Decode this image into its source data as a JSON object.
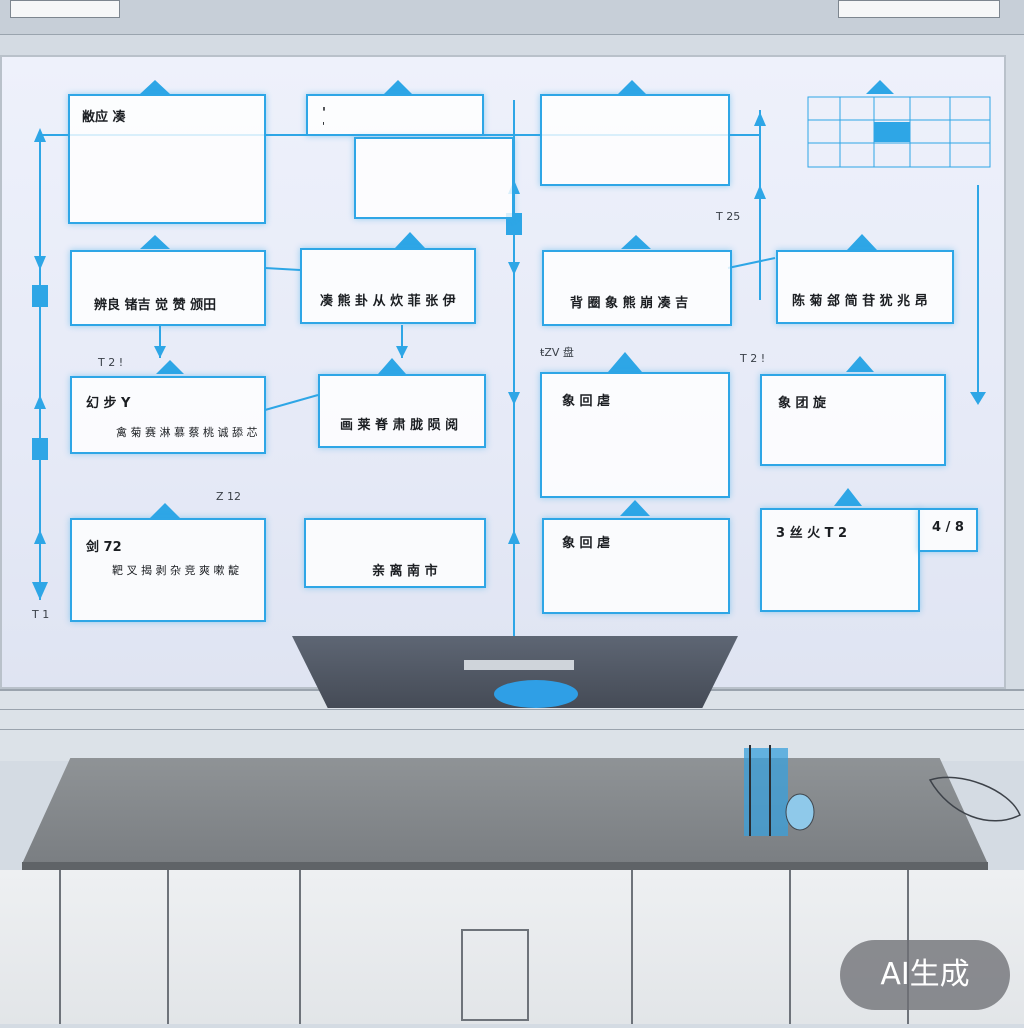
{
  "diagram": {
    "nodes": [
      {
        "id": "n1",
        "label": "敝应 凑",
        "sub": ""
      },
      {
        "id": "n2",
        "label": "'",
        "sub": "'"
      },
      {
        "id": "n5",
        "label": "辨良 锗吉 觉 赞 颁田",
        "sub": ""
      },
      {
        "id": "n6",
        "label": "凑 熊 卦 从 炊 菲 张 伊",
        "sub": ""
      },
      {
        "id": "n7",
        "label": "背 圈 象 熊 崩 凑 吉",
        "sub": ""
      },
      {
        "id": "n8",
        "label": "陈 菊 郐 简 苷 犹 兆 昂",
        "sub": ""
      },
      {
        "id": "n9",
        "label": "幻 步 Y",
        "sub": "禽 菊 赛 淋 慕 蔡 桃 诚 舔 芯"
      },
      {
        "id": "n10",
        "label": "画 莱 脊 肃 胧 陨 阅",
        "sub": ""
      },
      {
        "id": "n11",
        "label": "象 回 虐",
        "sub": ""
      },
      {
        "id": "n12",
        "label": "象 团 旋",
        "sub": ""
      },
      {
        "id": "n13",
        "label": "剑 72",
        "sub": "靶 叉 揭 剥 杂 竞 爽 嗽 靛"
      },
      {
        "id": "n14",
        "label": "亲 离 南 市",
        "sub": ""
      },
      {
        "id": "n15",
        "label": "象 回 虐",
        "sub": ""
      },
      {
        "id": "n16",
        "label": "3 丝 火 T 2",
        "sub": ""
      },
      {
        "id": "n17",
        "label": "4 / 8",
        "sub": ""
      }
    ],
    "scrawls": [
      "ŧZV 盘",
      "T 25",
      "Z 12",
      "T 2 !",
      "T 2 !",
      "T 1"
    ]
  },
  "badge": {
    "text": "AI生成"
  },
  "colors": {
    "accent": "#2ea6e6",
    "board": "#eaeefa",
    "table": "#85898c"
  }
}
